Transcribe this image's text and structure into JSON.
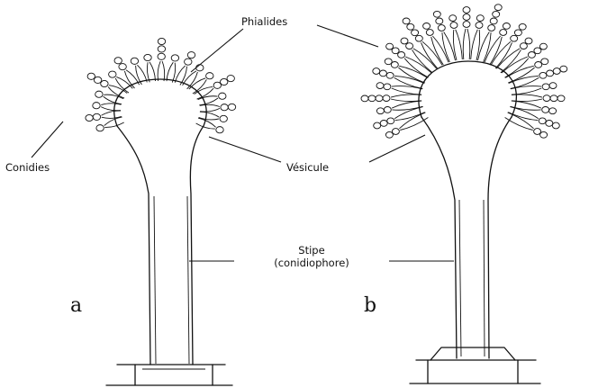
{
  "labels": {
    "phialides": "Phialides",
    "conidies": "Conidies",
    "vesicule": "Vésicule",
    "stipe_line1": "Stipe",
    "stipe_line2": "(conidiophore)",
    "panel_a": "a",
    "panel_b": "b"
  },
  "colors": {
    "ink": "#111111",
    "background": "#ffffff"
  }
}
